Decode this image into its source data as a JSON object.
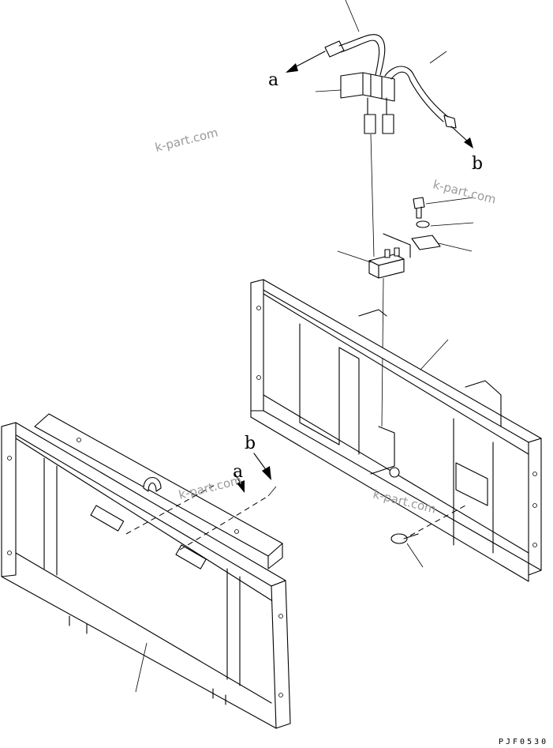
{
  "labels": {
    "a_top": "a",
    "b_top": "b",
    "a_bottom": "a",
    "b_bottom": "b"
  },
  "watermarks": [
    "k-part.com",
    "k-part.com",
    "k-part.com",
    "k-part.com"
  ],
  "drawing_code": "PJF0530"
}
